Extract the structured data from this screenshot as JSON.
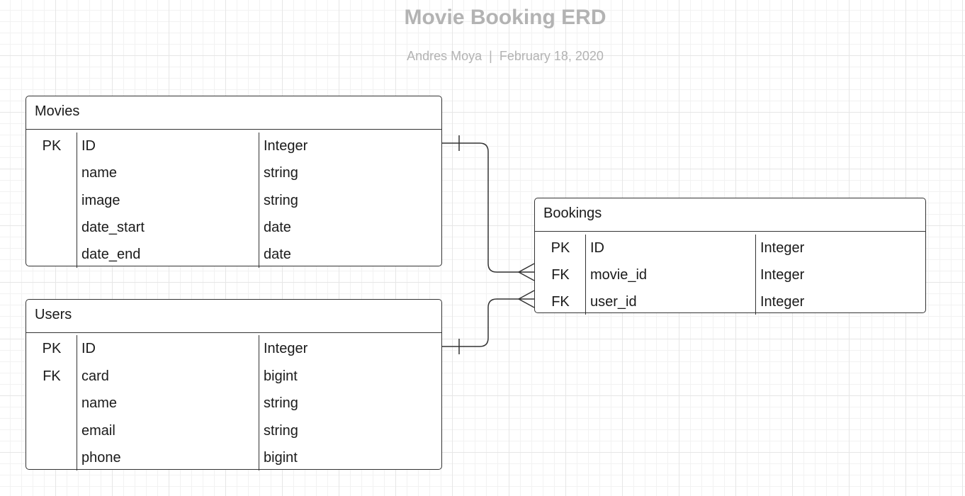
{
  "diagram": {
    "title": "Movie Booking ERD",
    "author": "Andres Moya",
    "separator": "|",
    "date": "February 18, 2020"
  },
  "entities": {
    "movies": {
      "name": "Movies",
      "rows": [
        {
          "key": "PK",
          "field": "ID",
          "type": "Integer"
        },
        {
          "key": "",
          "field": "name",
          "type": "string"
        },
        {
          "key": "",
          "field": "image",
          "type": "string"
        },
        {
          "key": "",
          "field": "date_start",
          "type": "date"
        },
        {
          "key": "",
          "field": "date_end",
          "type": "date"
        }
      ]
    },
    "users": {
      "name": "Users",
      "rows": [
        {
          "key": "PK",
          "field": "ID",
          "type": "Integer"
        },
        {
          "key": "FK",
          "field": "card",
          "type": "bigint"
        },
        {
          "key": "",
          "field": "name",
          "type": "string"
        },
        {
          "key": "",
          "field": "email",
          "type": "string"
        },
        {
          "key": "",
          "field": "phone",
          "type": "bigint"
        }
      ]
    },
    "bookings": {
      "name": "Bookings",
      "rows": [
        {
          "key": "PK",
          "field": "ID",
          "type": "Integer"
        },
        {
          "key": "FK",
          "field": "movie_id",
          "type": "Integer"
        },
        {
          "key": "FK",
          "field": "user_id",
          "type": "Integer"
        }
      ]
    }
  },
  "relationships": [
    {
      "from": "movies.ID",
      "to": "bookings.movie_id",
      "from_cardinality": "one",
      "to_cardinality": "many"
    },
    {
      "from": "users.ID",
      "to": "bookings.user_id",
      "from_cardinality": "one",
      "to_cardinality": "many"
    }
  ]
}
